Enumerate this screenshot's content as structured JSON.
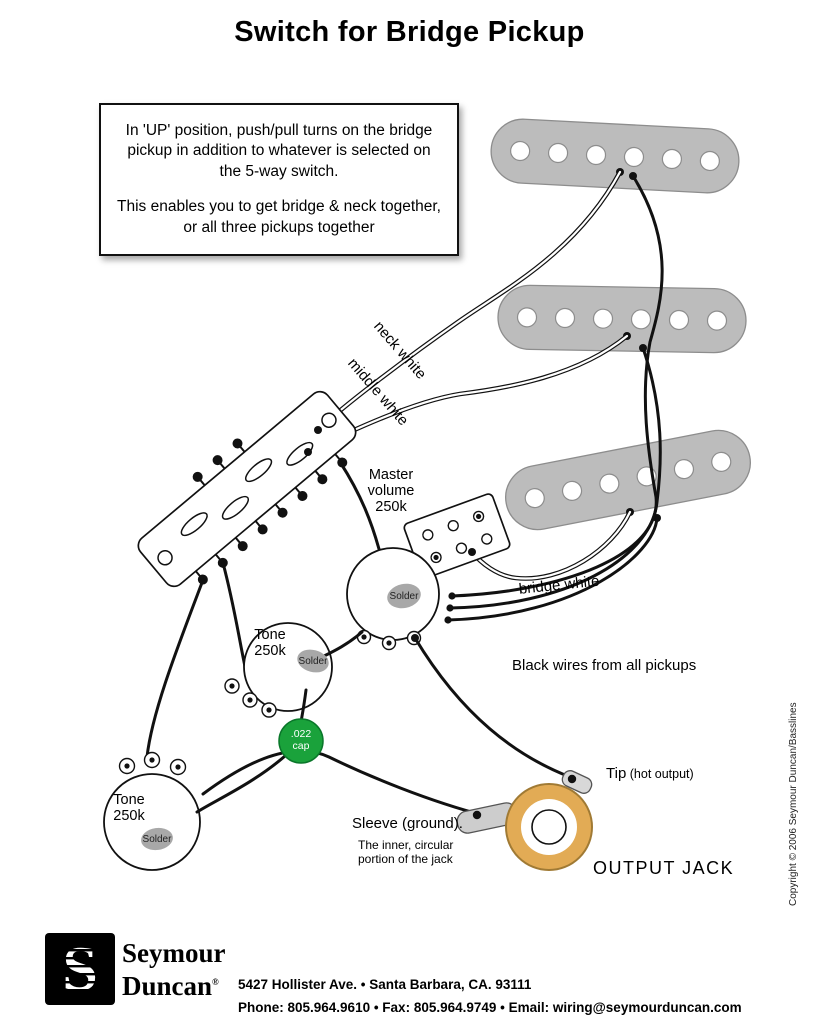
{
  "title": "Switch for Bridge Pickup",
  "info_box": {
    "paragraph1": "In 'UP' position, push/pull turns on the bridge pickup in addition to whatever is selected on the 5-way switch.",
    "paragraph2": "This enables you to get bridge & neck together, or all three pickups together"
  },
  "wire_labels": {
    "neck_white": "neck white",
    "middle_white": "middle white",
    "bridge_white": "bridge white",
    "black_wires": "Black wires from all pickups"
  },
  "components": {
    "master_volume_lines": [
      "Master",
      "volume",
      "250k"
    ],
    "tone_middle_lines": [
      "Tone",
      "250k"
    ],
    "tone_lower_lines": [
      "Tone",
      "250k"
    ],
    "solder_label": "Solder",
    "cap_lines": [
      ".022",
      "cap"
    ]
  },
  "output_jack": {
    "tip_label": "Tip",
    "tip_sub": " (hot output)",
    "sleeve_label": "Sleeve (ground).",
    "sleeve_sub": "The inner, circular portion of the jack",
    "jack_label": "OUTPUT JACK"
  },
  "copyright": "Copyright © 2006 Seymour Duncan/Basslines",
  "footer": {
    "logo_letter": "S",
    "brand_line1": "Seymour",
    "brand_line2": "Duncan",
    "reg_mark": "®",
    "address_line": "5427 Hollister Ave.  •  Santa Barbara, CA. 93111",
    "contact_line": "Phone: 805.964.9610  •  Fax: 805.964.9749  •  Email: wiring@seymourduncan.com"
  },
  "colors": {
    "cap_green": "#1aa23b",
    "jack_gold": "#e2ab55",
    "pickup_gray": "#bcbcbc",
    "solder_gray": "#a8a8a8"
  }
}
